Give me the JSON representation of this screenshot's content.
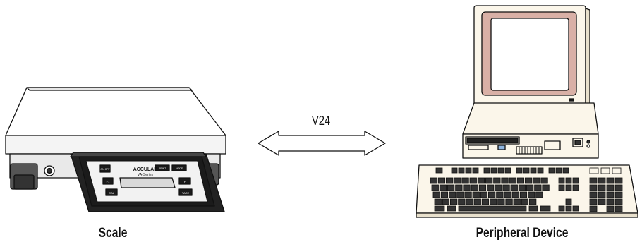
{
  "labels": {
    "scale": "Scale",
    "peripheral": "Peripheral Device",
    "link": "V24"
  },
  "scale_panel": {
    "brand": "ACCULAB",
    "series": "VA-Series",
    "key_top_left": "ON OFF",
    "key_print": "PRINT",
    "key_mode": "MODE",
    "key_f1": "F1",
    "key_f2": "F",
    "key_cal": "CAL",
    "key_tare": "TARE"
  },
  "colors": {
    "monitor_bezel": "#fbf6ea",
    "monitor_screen_frame": "#d9b0a6",
    "monitor_screen": "#ffffff",
    "keyboard_body": "#fbf6ea",
    "scale_panel": "#1b1b1b",
    "outline": "#111111"
  }
}
